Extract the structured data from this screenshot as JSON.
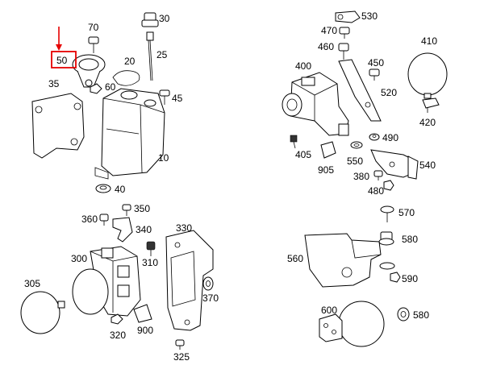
{
  "diagram": {
    "highlight_color": "#e60000",
    "highlighted_part": "50",
    "labels": {
      "p70": "70",
      "p30": "30",
      "p25": "25",
      "p20": "20",
      "p50": "50",
      "p35": "35",
      "p60": "60",
      "p45": "45",
      "p10": "10",
      "p40": "40",
      "p530": "530",
      "p470": "470",
      "p460": "460",
      "p410": "410",
      "p400": "400",
      "p450": "450",
      "p520": "520",
      "p420": "420",
      "p490": "490",
      "p405": "405",
      "p905": "905",
      "p550": "550",
      "p540": "540",
      "p380": "380",
      "p480": "480",
      "p350": "350",
      "p360": "360",
      "p340": "340",
      "p330": "330",
      "p300": "300",
      "p310": "310",
      "p305": "305",
      "p370": "370",
      "p320": "320",
      "p900": "900",
      "p325": "325",
      "p570": "570",
      "p580a": "580",
      "p560": "560",
      "p590": "590",
      "p600": "600",
      "p580b": "580"
    }
  }
}
